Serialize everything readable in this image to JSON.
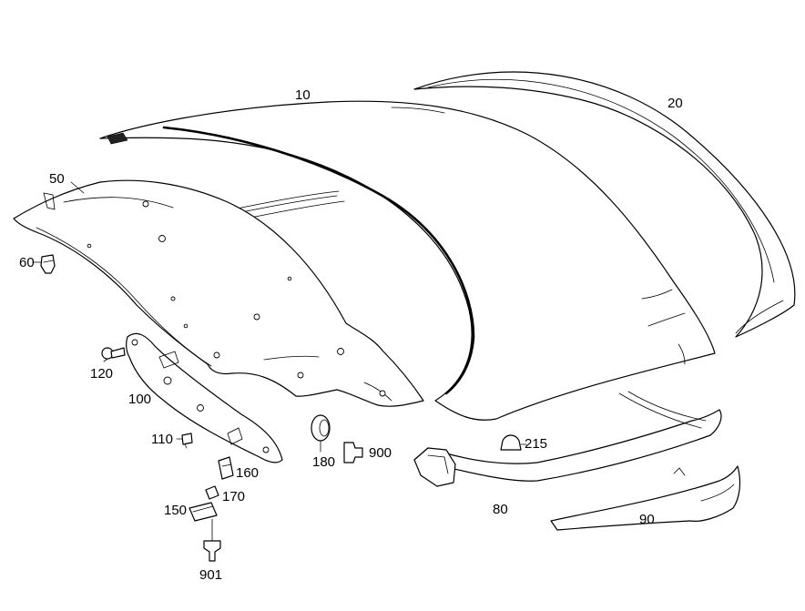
{
  "diagram": {
    "labels": {
      "p10": "10",
      "p20": "20",
      "p50": "50",
      "p60": "60",
      "p80": "80",
      "p90": "90",
      "p100": "100",
      "p110": "110",
      "p120": "120",
      "p150": "150",
      "p160": "160",
      "p170": "170",
      "p180": "180",
      "p215": "215",
      "p900": "900",
      "p901": "901"
    }
  }
}
